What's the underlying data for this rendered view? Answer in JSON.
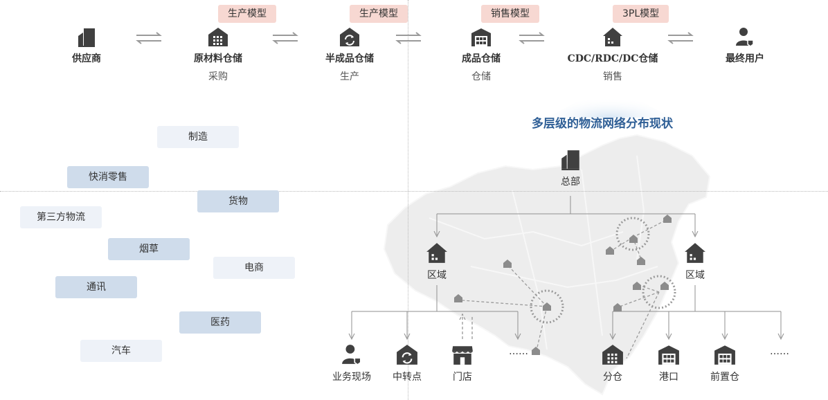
{
  "supply_chain": {
    "nodes": [
      {
        "name": "供应商",
        "sub": ""
      },
      {
        "name": "原材料仓储",
        "sub": "采购"
      },
      {
        "name": "半成品仓储",
        "sub": "生产"
      },
      {
        "name": "成品仓储",
        "sub": "仓储"
      },
      {
        "name": "CDC/RDC/DC仓储",
        "sub": "销售"
      },
      {
        "name": "最终用户",
        "sub": ""
      }
    ],
    "badges": [
      "生产模型",
      "生产模型",
      "销售模型",
      "3PL模型"
    ]
  },
  "industries": [
    "制造",
    "快消零售",
    "货物",
    "第三方物流",
    "烟草",
    "电商",
    "通讯",
    "医药",
    "汽车"
  ],
  "network": {
    "title": "多层级的物流网络分布现状",
    "hq": "总部",
    "region_left": "区域",
    "region_right": "区域",
    "leaves_left": [
      "业务现场",
      "中转点",
      "门店",
      "……"
    ],
    "leaves_right": [
      "分仓",
      "港口",
      "前置仓",
      "……"
    ]
  },
  "colors": {
    "badge": "#f7d8d2",
    "tag_light": "#eef2f8",
    "tag_dark": "#cfdceb",
    "title": "#2f5f96",
    "icon": "#404040",
    "map": "#ededed"
  }
}
